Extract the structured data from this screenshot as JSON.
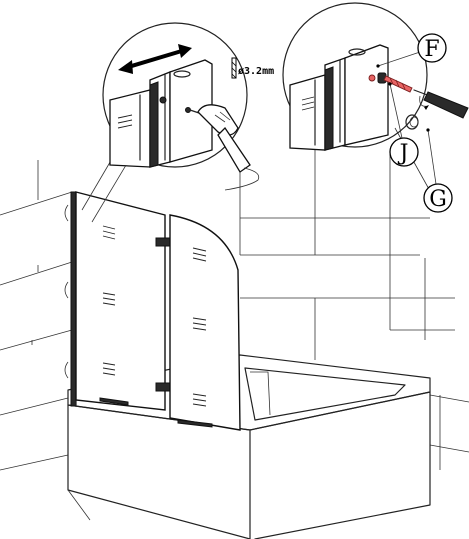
{
  "diagram": {
    "drill_bit_spec": "ø3.2mm",
    "callouts": {
      "F": "F",
      "J": "J",
      "G": "G"
    },
    "colors": {
      "line": "#222222",
      "screw_accent": "#e86464",
      "background": "#ffffff"
    },
    "icons": [
      "double-arrow-icon",
      "drill-icon",
      "screwdriver-icon",
      "drill-bit-icon"
    ]
  }
}
